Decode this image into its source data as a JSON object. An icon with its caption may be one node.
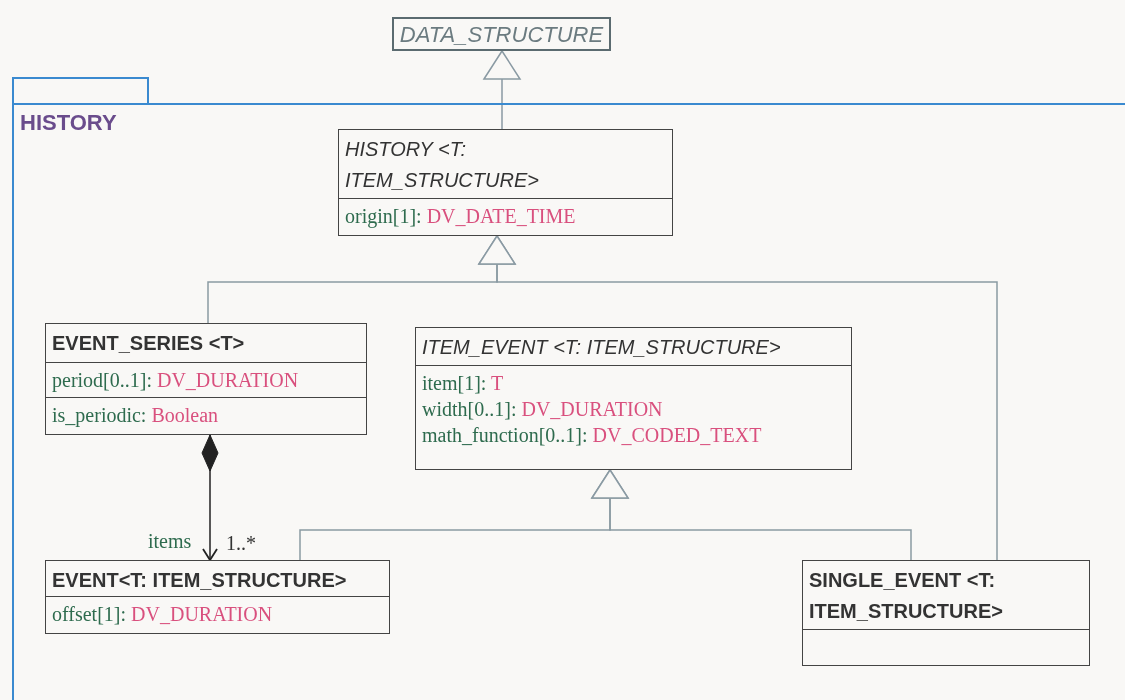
{
  "diagram": {
    "nodes": [
      {
        "text": [
          "DATA_STRUCTURE"
        ]
      },
      {
        "text": [
          "HISTORY"
        ]
      },
      {
        "text": [
          "HISTORY <T: ITEM_STRUCTURE>",
          "origin[1]: DV_DATE_TIME"
        ],
        "in": 1
      },
      {
        "text": [
          "EVENT_SERIES <T>",
          "period[0..1]: DV_DURATION",
          "is_periodic: Boolean"
        ],
        "in": 1
      },
      {
        "text": [
          "ITEM_EVENT  <T: ITEM_STRUCTURE>",
          "item[1]: T",
          "width[0..1]: DV_DURATION",
          "math_function[0..1]: DV_CODED_TEXT"
        ],
        "in": 1
      },
      {
        "text": [
          "EVENT<T: ITEM_STRUCTURE>",
          "offset[1]: DV_DURATION"
        ],
        "in": 1
      },
      {
        "text": [
          "SINGLE_EVENT <T: ITEM_STRUCTURE>"
        ],
        "in": 1
      }
    ],
    "edges": [
      {
        "from": 2,
        "to": 0,
        "arrow": "to"
      },
      {
        "from": 3,
        "to": 2,
        "arrow": "to"
      },
      {
        "from": 6,
        "to": 2,
        "arrow": "to"
      },
      {
        "from": 5,
        "to": 4,
        "arrow": "to"
      },
      {
        "from": 6,
        "to": 4,
        "arrow": "to"
      },
      {
        "from": 3,
        "to": 5,
        "arrow": "to",
        "label": "items",
        "color": "#222222"
      }
    ],
    "labels": [
      "1..*"
    ]
  }
}
